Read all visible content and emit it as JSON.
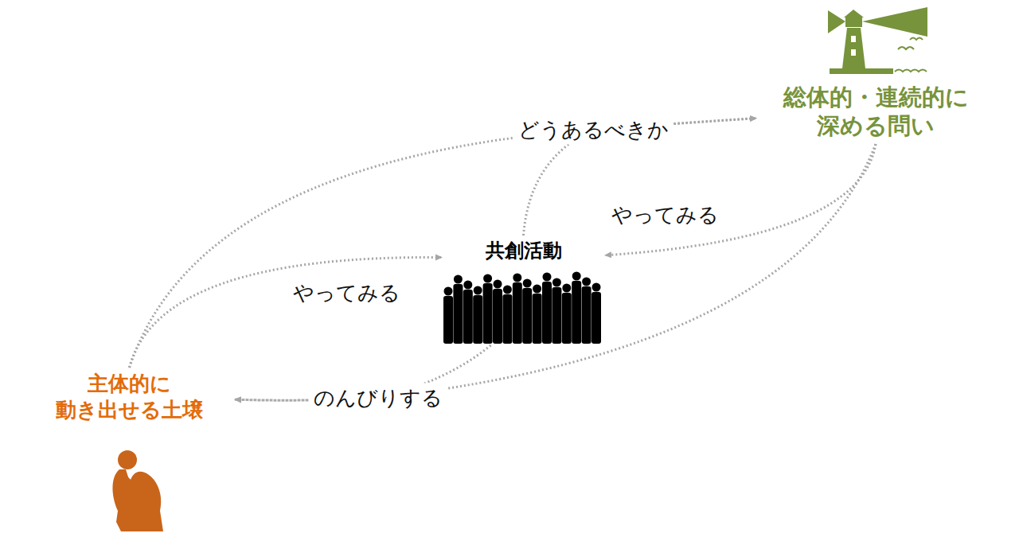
{
  "diagram": {
    "nodes": [
      {
        "text": [
          "総体的・連続的に 深める問い"
        ]
      },
      {
        "text": [
          "共創活動"
        ]
      },
      {
        "text": [
          "主体的に 動き出せる土壌"
        ]
      }
    ],
    "edges": [
      {
        "from": 2,
        "to": 0,
        "label": "どうあるべきか",
        "arrow": "to"
      },
      {
        "from": 1,
        "to": 0,
        "arrow": "to"
      },
      {
        "from": 0,
        "to": 1,
        "label": "やってみる",
        "arrow": "to"
      },
      {
        "from": 2,
        "to": 1,
        "label": "やってみる",
        "arrow": "to"
      },
      {
        "from": 1,
        "to": 2,
        "label": "のんびりする",
        "arrow": "to"
      },
      {
        "from": 0,
        "to": 2,
        "arrow": "to"
      }
    ]
  }
}
